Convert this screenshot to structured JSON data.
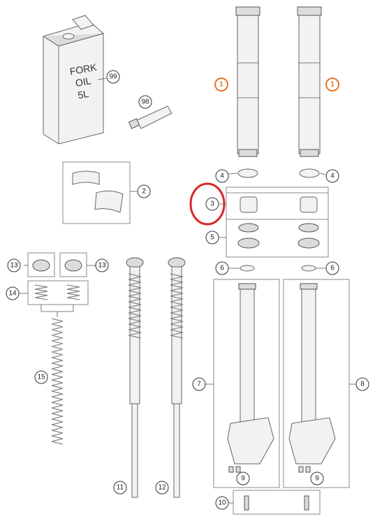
{
  "callouts": {
    "c1a": "1",
    "c1b": "1",
    "c2": "2",
    "c3": "3",
    "c4a": "4",
    "c4b": "4",
    "c5": "5",
    "c6a": "6",
    "c6b": "6",
    "c7": "7",
    "c8": "8",
    "c9a": "9",
    "c9b": "9",
    "c10": "10",
    "c11": "11",
    "c12": "12",
    "c13a": "13",
    "c13b": "13",
    "c14": "14",
    "c15": "15",
    "c98": "98",
    "c99": "99"
  },
  "oil_can": {
    "line1": "FORK",
    "line2": "OIL",
    "line3": "5L"
  },
  "colors": {
    "highlight_callout": "#e8742a",
    "red_marker": "#d9262c"
  }
}
